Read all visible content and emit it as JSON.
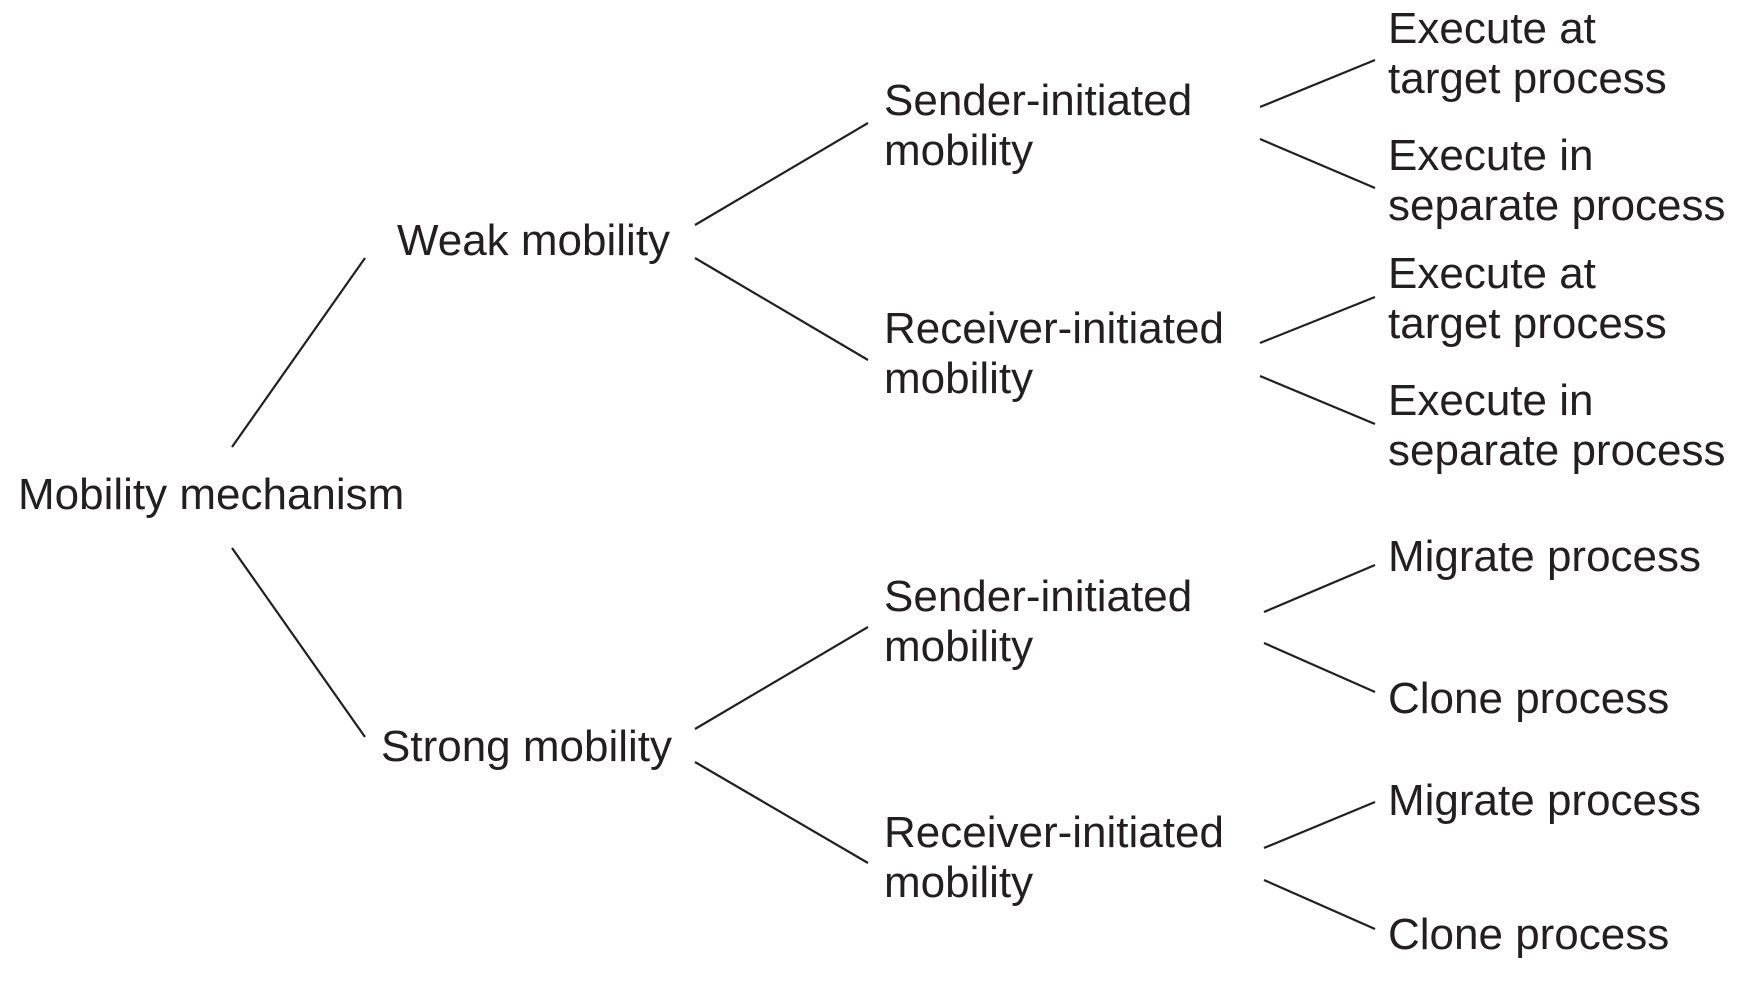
{
  "root": {
    "label": "Mobility mechanism",
    "children": [
      {
        "label": "Weak mobility",
        "children": [
          {
            "label": [
              "Sender-initiated",
              "mobility"
            ],
            "children": [
              [
                "Execute at",
                "target process"
              ],
              [
                "Execute in",
                "separate process"
              ]
            ]
          },
          {
            "label": [
              "Receiver-initiated",
              "mobility"
            ],
            "children": [
              [
                "Execute at",
                "target process"
              ],
              [
                "Execute in",
                "separate process"
              ]
            ]
          }
        ]
      },
      {
        "label": "Strong mobility",
        "children": [
          {
            "label": [
              "Sender-initiated",
              "mobility"
            ],
            "children": [
              [
                "Migrate process"
              ],
              [
                "Clone process"
              ]
            ]
          },
          {
            "label": [
              "Receiver-initiated",
              "mobility"
            ],
            "children": [
              [
                "Migrate process"
              ],
              [
                "Clone process"
              ]
            ]
          }
        ]
      }
    ]
  },
  "colors": {
    "text": "#231f20",
    "line": "#231f20",
    "background": "#ffffff"
  }
}
